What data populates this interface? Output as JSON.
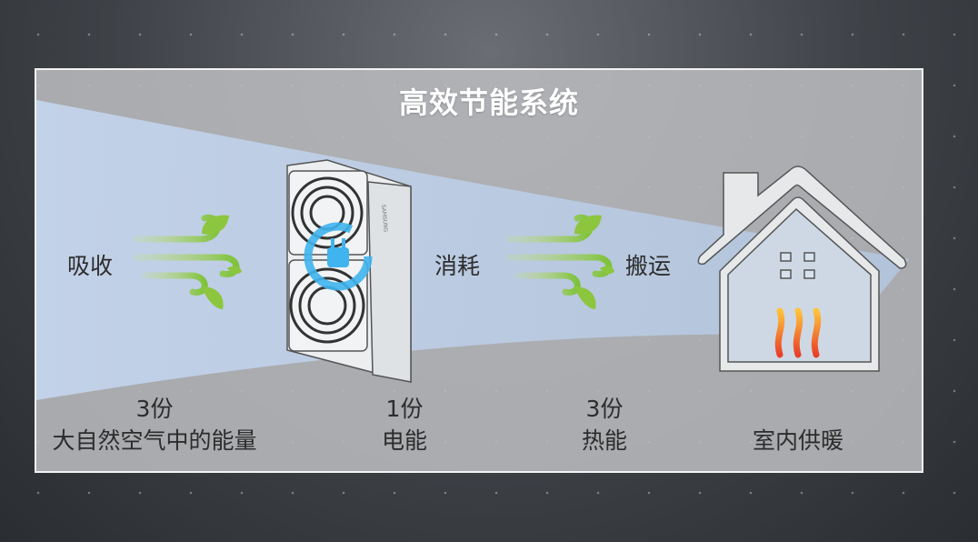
{
  "title": "高效节能系统",
  "steps": {
    "absorb": "吸收",
    "consume": "消耗",
    "transport": "搬运"
  },
  "captions": [
    {
      "amount": "3份",
      "label": "大自然空气中的能量"
    },
    {
      "amount": "1份",
      "label": "电能"
    },
    {
      "amount": "3份",
      "label": "热能"
    },
    {
      "amount": "",
      "label": "室内供暖"
    }
  ],
  "unit_brand": "SAMSUNG",
  "colors": {
    "flow_band": "#b9cde6",
    "leaf_green": "#8cc63f",
    "plug_blue": "#3fb4ee",
    "heat_orange": "#f0602a"
  }
}
